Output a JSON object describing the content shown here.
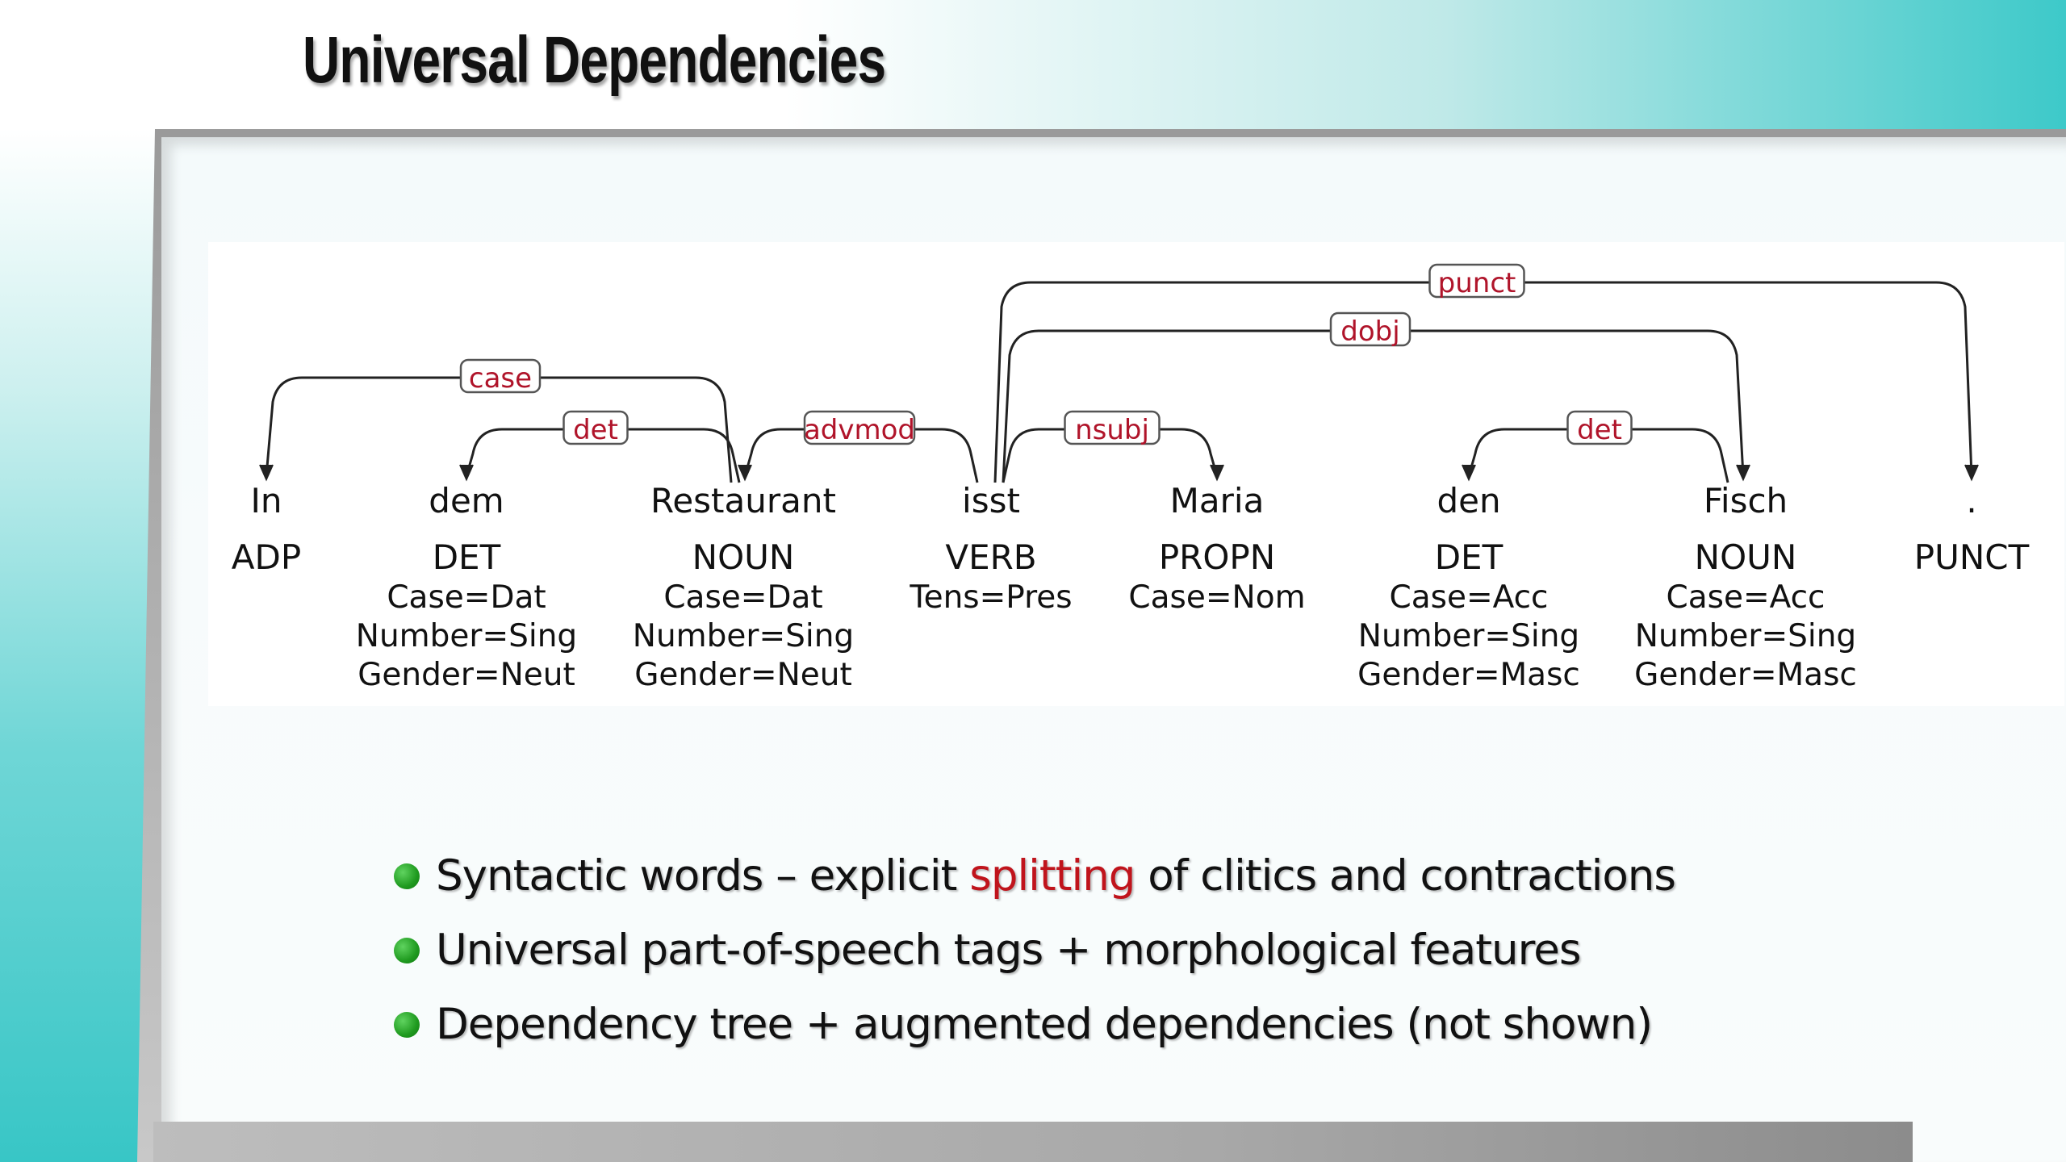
{
  "slide": {
    "title": "Universal Dependencies"
  },
  "diagram": {
    "tokens": [
      {
        "word": "In",
        "pos": "ADP",
        "features": []
      },
      {
        "word": "dem",
        "pos": "DET",
        "features": [
          "Case=Dat",
          "Number=Sing",
          "Gender=Neut"
        ]
      },
      {
        "word": "Restaurant",
        "pos": "NOUN",
        "features": [
          "Case=Dat",
          "Number=Sing",
          "Gender=Neut"
        ]
      },
      {
        "word": "isst",
        "pos": "VERB",
        "features": [
          "Tens=Pres"
        ]
      },
      {
        "word": "Maria",
        "pos": "PROPN",
        "features": [
          "Case=Nom"
        ]
      },
      {
        "word": "den",
        "pos": "DET",
        "features": [
          "Case=Acc",
          "Number=Sing",
          "Gender=Masc"
        ]
      },
      {
        "word": "Fisch",
        "pos": "NOUN",
        "features": [
          "Case=Acc",
          "Number=Sing",
          "Gender=Masc"
        ]
      },
      {
        "word": ".",
        "pos": "PUNCT",
        "features": []
      }
    ],
    "arcs": [
      {
        "label": "case",
        "head": 2,
        "dep": 0
      },
      {
        "label": "det",
        "head": 2,
        "dep": 1
      },
      {
        "label": "advmod",
        "head": 3,
        "dep": 2
      },
      {
        "label": "nsubj",
        "head": 3,
        "dep": 4
      },
      {
        "label": "det",
        "head": 6,
        "dep": 5
      },
      {
        "label": "dobj",
        "head": 3,
        "dep": 6
      },
      {
        "label": "punct",
        "head": 3,
        "dep": 7
      }
    ],
    "label_color": "#b0142a"
  },
  "bullets": [
    {
      "before": "Syntactic words – explicit ",
      "highlight": "splitting",
      "after": " of clitics and contractions"
    },
    {
      "before": "Universal part-of-speech tags + morphological features",
      "highlight": "",
      "after": ""
    },
    {
      "before": "Dependency tree + augmented dependencies (not shown)",
      "highlight": "",
      "after": ""
    }
  ],
  "colors": {
    "highlight": "#c0141c",
    "bullet_dot": "#1f9a1f",
    "accent_teal": "#3dc9c9"
  }
}
